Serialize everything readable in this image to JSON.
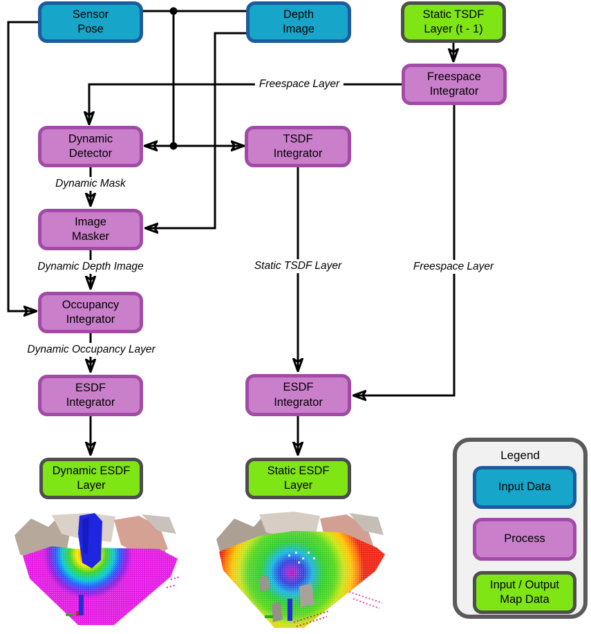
{
  "diagram": {
    "nodes": {
      "sensor_pose": {
        "label": "Sensor\nPose",
        "type": "input"
      },
      "depth_image": {
        "label": "Depth\nImage",
        "type": "input"
      },
      "static_tsdf_prev": {
        "label": "Static TSDF\nLayer (t - 1)",
        "type": "map"
      },
      "freespace_integrator": {
        "label": "Freespace\nIntegrator",
        "type": "process"
      },
      "dynamic_detector": {
        "label": "Dynamic\nDetector",
        "type": "process"
      },
      "tsdf_integrator": {
        "label": "TSDF\nIntegrator",
        "type": "process"
      },
      "image_masker": {
        "label": "Image\nMasker",
        "type": "process"
      },
      "occupancy_integrator": {
        "label": "Occupancy\nIntegrator",
        "type": "process"
      },
      "esdf_integrator_dynamic": {
        "label": "ESDF\nIntegrator",
        "type": "process"
      },
      "esdf_integrator_static": {
        "label": "ESDF\nIntegrator",
        "type": "process"
      },
      "dynamic_esdf_layer": {
        "label": "Dynamic ESDF\nLayer",
        "type": "map"
      },
      "static_esdf_layer": {
        "label": "Static ESDF\nLayer",
        "type": "map"
      }
    },
    "edge_labels": {
      "freespace_layer_top": "Freespace Layer",
      "dynamic_mask": "Dynamic Mask",
      "dynamic_depth_image": "Dynamic Depth Image",
      "static_tsdf_layer": "Static TSDF Layer",
      "freespace_layer_right": "Freespace Layer",
      "dynamic_occupancy_layer": "Dynamic Occupancy Layer"
    },
    "legend": {
      "title": "Legend",
      "items": [
        {
          "label": "Input Data",
          "type": "input"
        },
        {
          "label": "Process",
          "type": "process"
        },
        {
          "label": "Input / Output\nMap Data",
          "type": "map"
        }
      ]
    },
    "colors": {
      "input_fill": "#17a6c9",
      "input_border": "#1b5b9e",
      "process_fill": "#c97fca",
      "process_border": "#a24ba6",
      "map_fill": "#7fe514",
      "map_border": "#4d4d4d",
      "line": "#000000",
      "legend_bg": "#f1f1f1",
      "legend_border": "#5a5a5a"
    }
  }
}
